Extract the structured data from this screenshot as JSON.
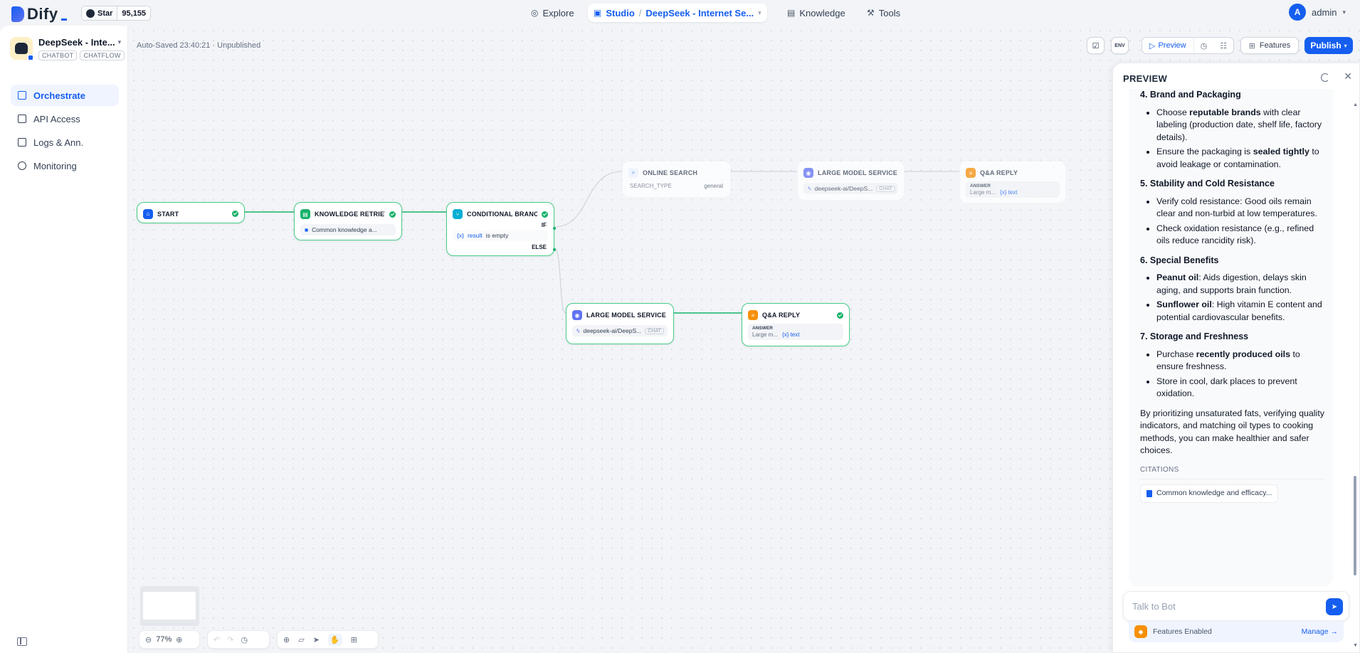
{
  "brand": {
    "name": "Dify",
    "github_label": "Star",
    "github_count": "95,155"
  },
  "nav": {
    "explore": "Explore",
    "studio": "Studio",
    "separator": "/",
    "studio_app": "DeepSeek - Internet Se...",
    "knowledge": "Knowledge",
    "tools": "Tools"
  },
  "user": {
    "initial": "A",
    "name": "admin"
  },
  "app": {
    "name": "DeepSeek - Inte...",
    "tags": [
      "CHATBOT",
      "CHATFLOW"
    ]
  },
  "sidebar": {
    "items": [
      {
        "label": "Orchestrate",
        "active": true
      },
      {
        "label": "API Access",
        "active": false
      },
      {
        "label": "Logs & Ann.",
        "active": false
      },
      {
        "label": "Monitoring",
        "active": false
      }
    ]
  },
  "workflow": {
    "autosave": "Auto-Saved 23:40:21 · Unpublished",
    "toolbar": {
      "env": "ENV",
      "preview": "Preview",
      "features": "Features",
      "publish": "Publish"
    },
    "nodes": {
      "start": {
        "title": "START"
      },
      "knowledge": {
        "title": "KNOWLEDGE RETRIEVAL",
        "row": "Common knowledge a..."
      },
      "branch": {
        "title": "CONDITIONAL BRANCH",
        "if_label": "IF",
        "cond_var": "result",
        "cond_op": "is empty",
        "else_label": "ELSE"
      },
      "search": {
        "title": "ONLINE SEARCH",
        "key": "SEARCH_TYPE",
        "value": "general"
      },
      "llm_top": {
        "title": "LARGE MODEL SERVICE + I",
        "model": "deepseek-ai/DeepS...",
        "mode": "CHAT"
      },
      "reply_top": {
        "title": "Q&A REPLY",
        "answer_label": "ANSWER",
        "answer_src": "Large m...",
        "answer_var": "{x} text"
      },
      "llm_bottom": {
        "title": "LARGE MODEL SERVICE +",
        "model": "deepseek-ai/DeepS...",
        "mode": "CHAT"
      },
      "reply_bottom": {
        "title": "Q&A REPLY",
        "answer_label": "ANSWER",
        "answer_src": "Large m...",
        "answer_var": "{x} text"
      }
    },
    "zoom": "77%"
  },
  "preview": {
    "title": "PREVIEW",
    "sections": [
      {
        "heading": "4. Brand and Packaging",
        "bullets": [
          [
            "Choose ",
            "reputable brands",
            " with clear labeling (production date, shelf life, factory details)."
          ],
          [
            "Ensure the packaging is ",
            "sealed tightly",
            " to avoid leakage or contamination."
          ]
        ]
      },
      {
        "heading": "5. Stability and Cold Resistance",
        "bullets": [
          [
            "Verify cold resistance: Good oils remain clear and non-turbid at low temperatures.",
            "",
            ""
          ],
          [
            "Check oxidation resistance (e.g., refined oils reduce rancidity risk).",
            "",
            ""
          ]
        ]
      },
      {
        "heading": "6. Special Benefits",
        "bullets": [
          [
            "",
            "Peanut oil",
            ": Aids digestion, delays skin aging, and supports brain function."
          ],
          [
            "",
            "Sunflower oil",
            ": High vitamin E content and potential cardiovascular benefits."
          ]
        ]
      },
      {
        "heading": "7. Storage and Freshness",
        "bullets": [
          [
            "Purchase ",
            "recently produced oils",
            " to ensure freshness."
          ],
          [
            "Store in cool, dark places to prevent oxidation.",
            "",
            ""
          ]
        ]
      }
    ],
    "summary": "By prioritizing unsaturated fats, verifying quality indicators, and matching oil types to cooking methods, you can make healthier and safer choices.",
    "citations_label": "CITATIONS",
    "citation": "Common knowledge and efficacy...",
    "input_placeholder": "Talk to Bot",
    "features_enabled": "Features Enabled",
    "manage": "Manage →"
  },
  "colors": {
    "accent": "#155eef",
    "success": "#17b26a",
    "edge": "#17b26a",
    "canvas": "#f2f4f7"
  }
}
